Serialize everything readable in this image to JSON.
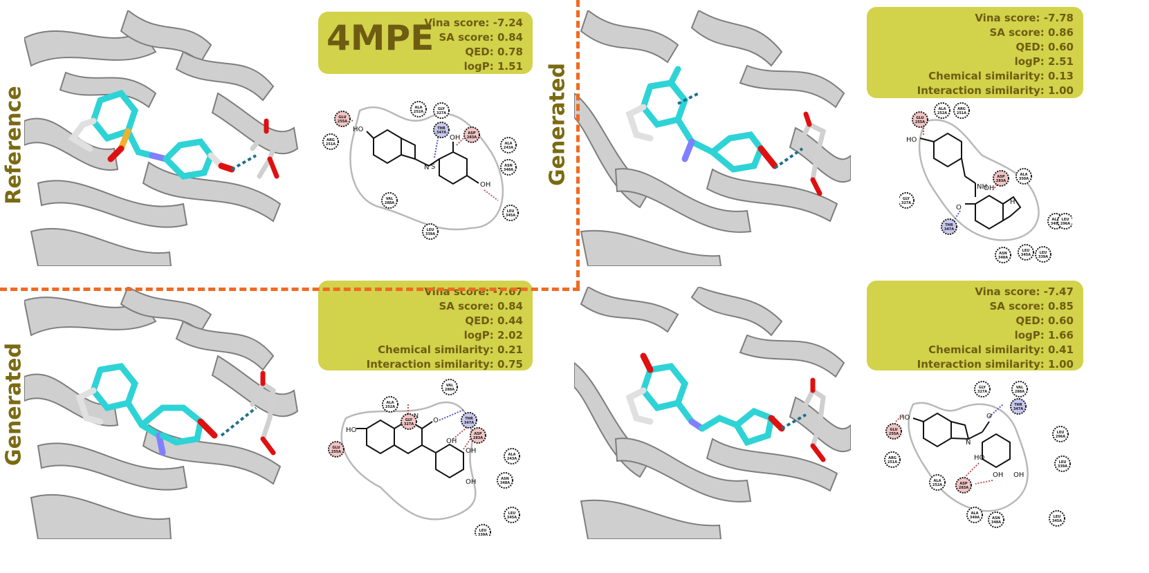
{
  "panels": [
    {
      "label": "Reference",
      "pdb": "4MPE",
      "stats": [
        "Vina score: -7.24",
        "SA score: 0.84",
        "QED: 0.78",
        "logP: 1.51"
      ]
    },
    {
      "label": "Generated",
      "stats": [
        "Vina score: -7.78",
        "SA score: 0.86",
        "QED: 0.60",
        "logP: 2.51",
        "Chemical similarity: 0.13",
        "Interaction similarity: 1.00"
      ]
    },
    {
      "label": "Generated",
      "stats": [
        "Vina score: -7.67",
        "SA score: 0.84",
        "QED: 0.44",
        "logP: 2.02",
        "Chemical similarity: 0.21",
        "Interaction similarity: 0.75"
      ]
    },
    {
      "label": "Generated",
      "stats": [
        "Vina score: -7.47",
        "SA score: 0.85",
        "QED: 0.60",
        "logP: 1.66",
        "Chemical similarity: 0.41",
        "Interaction similarity: 1.00"
      ]
    }
  ],
  "colors": {
    "accent_label": "#7a6a12",
    "stats_box": "#d2d24b",
    "divider": "#f06a22",
    "ligand_carbon": "#2ed3d6",
    "hbond": "#1f6f8b",
    "protein": "#c9c9c9"
  },
  "residues": {
    "p0": [
      "GLU 255A",
      "GLY 327A",
      "THR 347A",
      "ALA 252A",
      "ASP 283A",
      "ARG 251A",
      "ALA 243A",
      "ASN 348A",
      "VAL 288A",
      "LEU 345A",
      "LEU 339A"
    ],
    "p1": [
      "GLU 255A",
      "ALA 252A",
      "ARG 251A",
      "ASP 283A",
      "ALA 350A",
      "GLY 327A",
      "THR 347A",
      "ALA 349A",
      "LEU 296A",
      "LEU 345A",
      "ASN 348A",
      "LEU 339A"
    ],
    "p2": [
      "ALA 252A",
      "GLY 327A",
      "VAL 288A",
      "THR 347A",
      "ASP 283A",
      "GLU 255A",
      "ALA 243A",
      "ASN 348A",
      "LEU 345A",
      "LEU 339A"
    ],
    "p3": [
      "GLY 327A",
      "VAL 288A",
      "THR 347A",
      "GLU 255A",
      "LEU 296A",
      "ARG 251A",
      "LEU 339A",
      "ALA 252A",
      "ASP 283A",
      "ALA 349A",
      "ASN 348A",
      "LEU 345A"
    ]
  }
}
